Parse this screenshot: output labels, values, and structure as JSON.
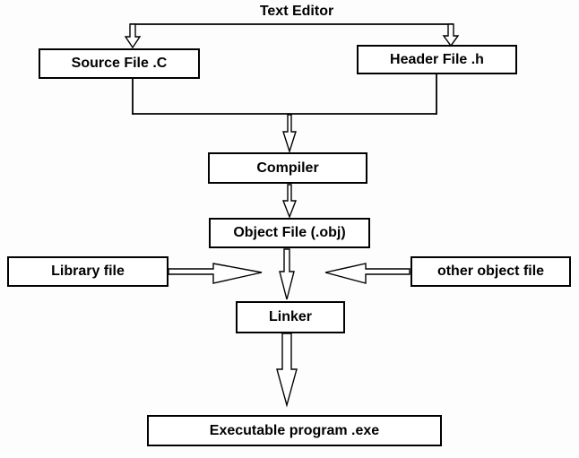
{
  "diagram": {
    "title": "Text Editor",
    "nodes": {
      "source": {
        "label": "Source File .C"
      },
      "header": {
        "label": "Header File .h"
      },
      "compiler": {
        "label": "Compiler"
      },
      "object": {
        "label": "Object File (.obj)"
      },
      "library": {
        "label": "Library file"
      },
      "other_object": {
        "label": "other object file"
      },
      "linker": {
        "label": "Linker"
      },
      "executable": {
        "label": "Executable program .exe"
      }
    },
    "edges": [
      "Text Editor -> Source File .C",
      "Text Editor -> Header File .h",
      "Source File .C + Header File .h -> Compiler",
      "Compiler -> Object File (.obj)",
      "Object File (.obj) -> Linker",
      "Library file -> Linker",
      "other object file -> Linker",
      "Linker -> Executable program .exe"
    ],
    "colors": {
      "line": "#000000",
      "box_background": "#ffffff",
      "page_background": "#fdfdfd",
      "text": "#000000"
    }
  }
}
